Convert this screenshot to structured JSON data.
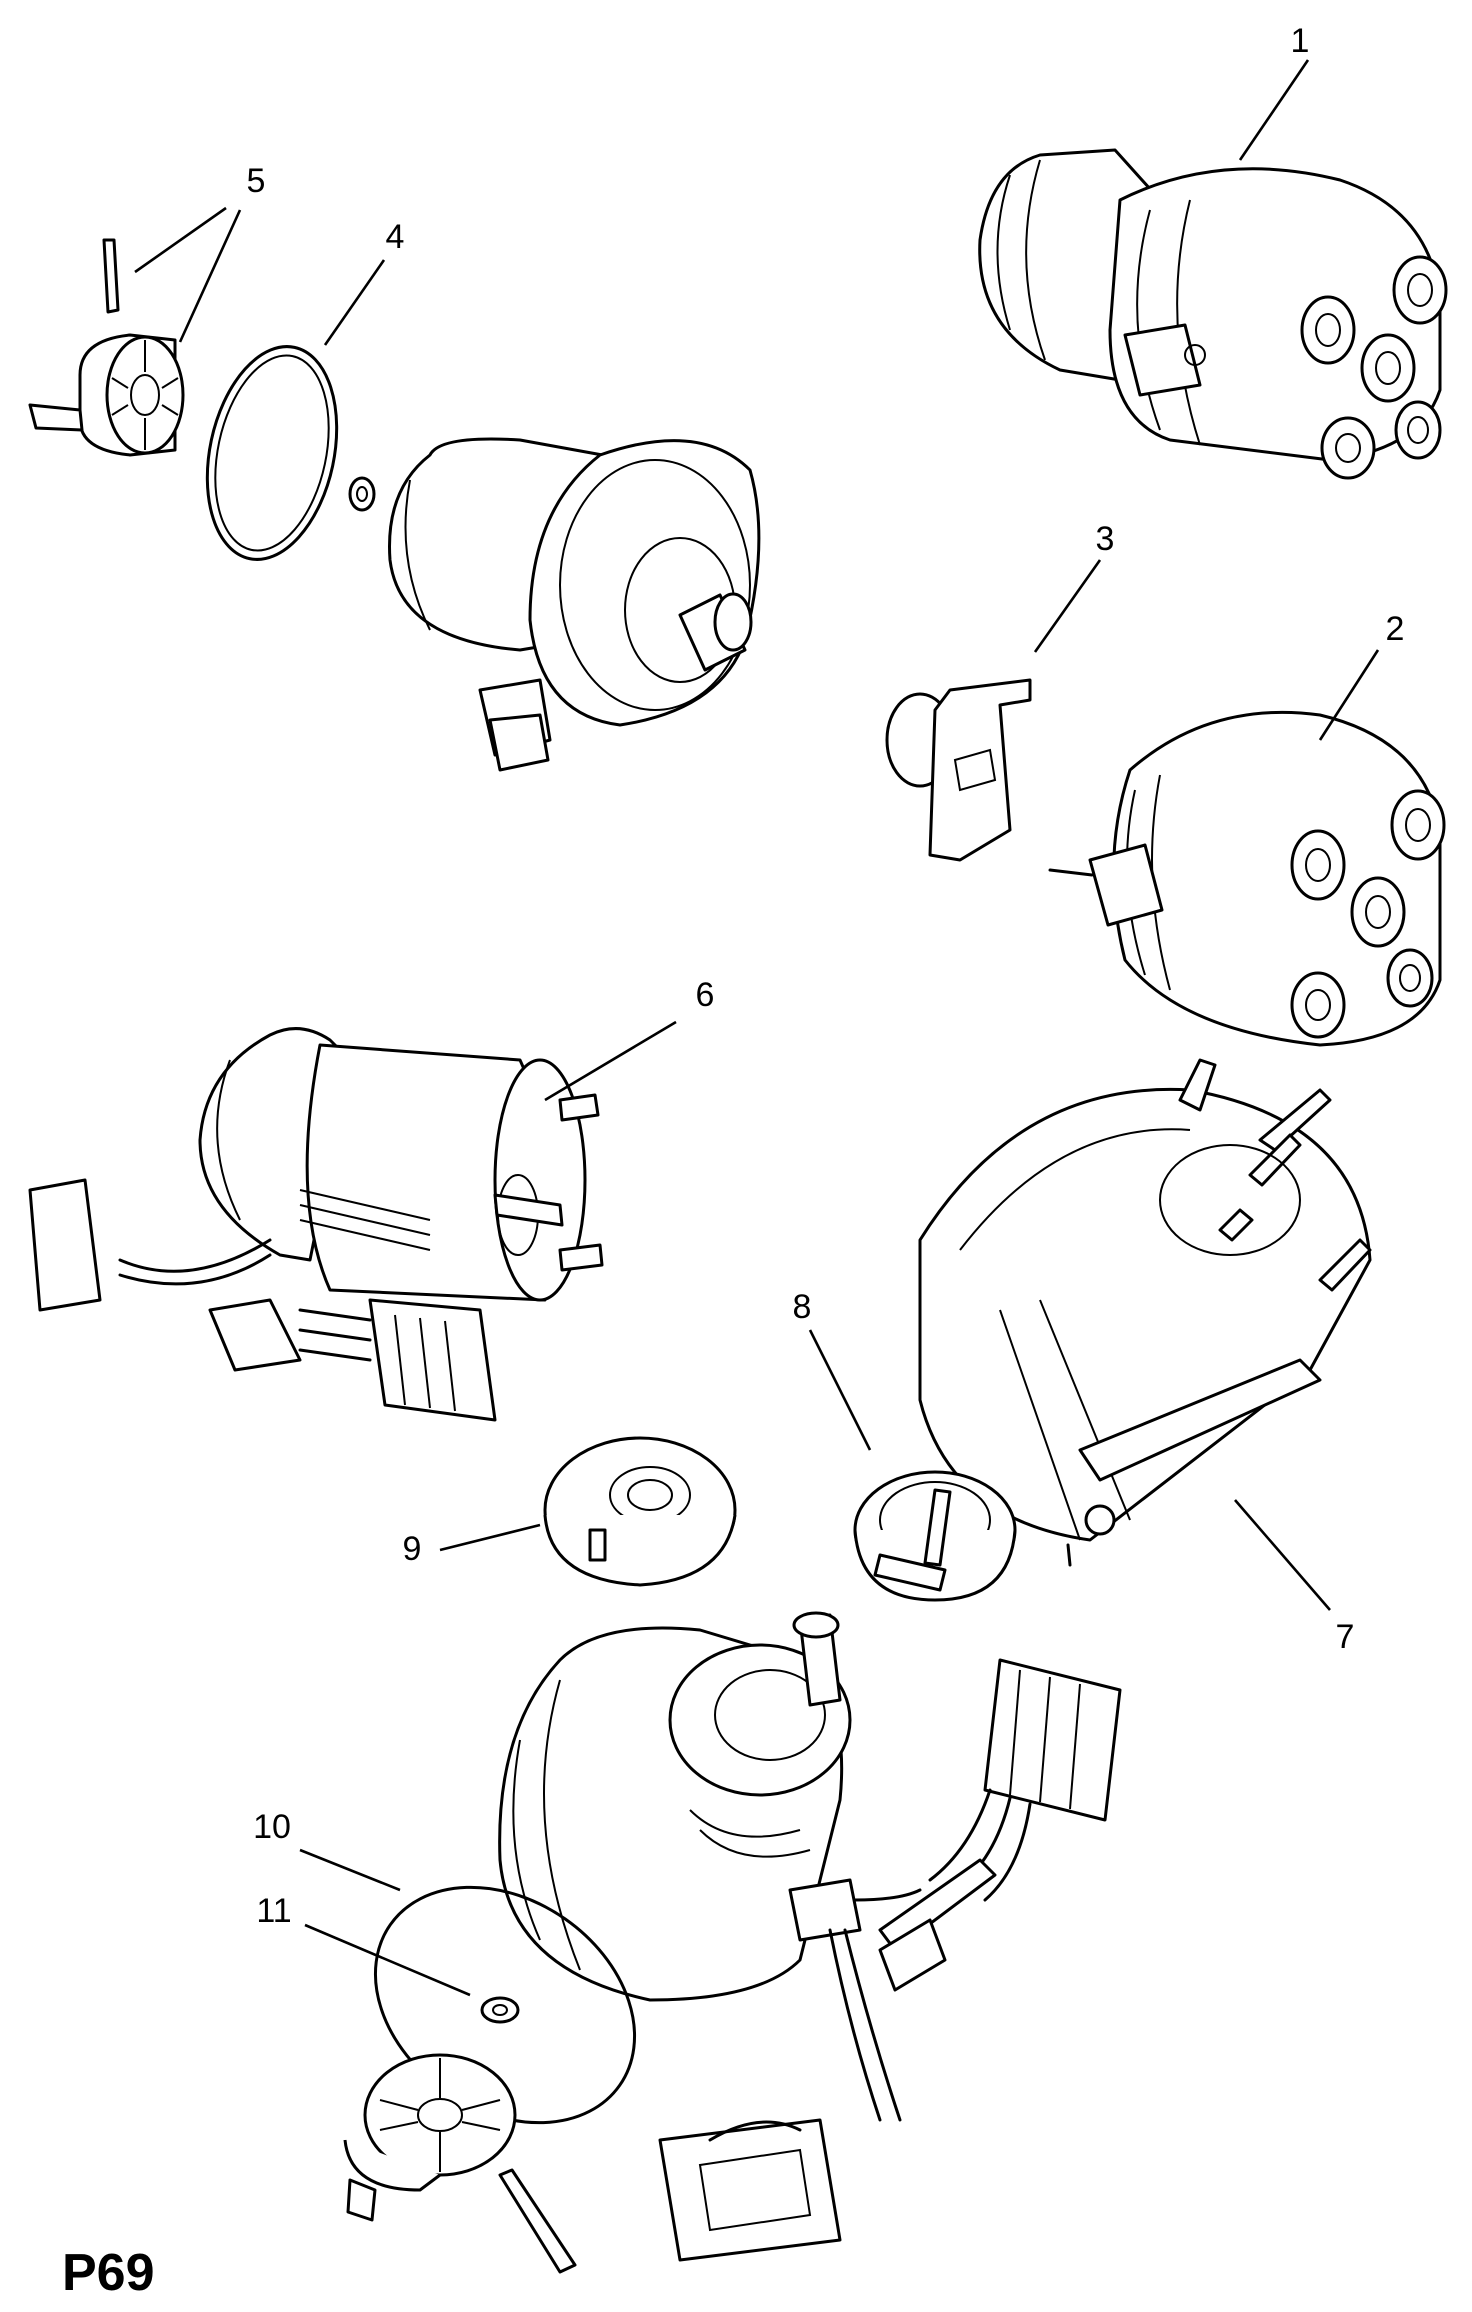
{
  "page_code": "P69",
  "callouts": [
    "1",
    "2",
    "3",
    "4",
    "5",
    "6",
    "7",
    "8",
    "9",
    "10",
    "11"
  ],
  "stroke_color": "#000000",
  "background_color": "#ffffff"
}
